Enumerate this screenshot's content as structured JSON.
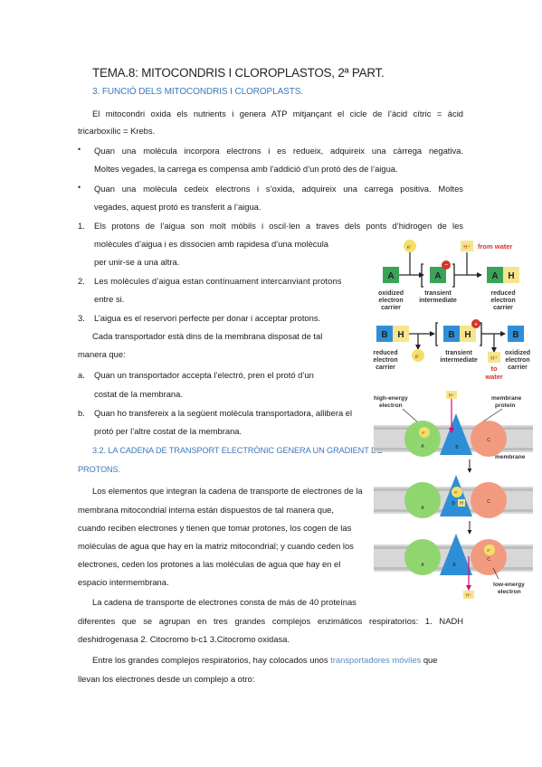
{
  "title": "TEMA.8: MITOCONDRIS I CLOROPLASTOS, 2ª PART.",
  "section3": "3. FUNCIÓ DELS MITOCONDRIS I CLOROPLASTS.",
  "intro": {
    "l1": "El mitocondri oxida els nutrients i genera ATP mitjançant el cicle de l’àcid cítric = àcid",
    "l2": "tricarboxílic = Krebs."
  },
  "bullets": [
    {
      "l1": "Quan una molècula incorpora electrons i es redueix, adquireix una càrrega negativa.",
      "l2": "Moltes vegades, la carrega es compensa amb l’addició d’un protó des de l’aigua."
    },
    {
      "l1": "Quan una molècula cedeix electrons i s’oxida, adquireix una carrega positiva. Moltes",
      "l2": "vegades, aquest protó es transferit a l’aigua."
    }
  ],
  "numbered": [
    {
      "n": "1.",
      "l1": "Els protons de l’aigua son molt mòbils i oscil·len a traves dels ponts d’hidrogen de les",
      "l2": "molècules d’aigua i es dissocien amb rapidesa d’una molècula",
      "l3": "per unir-se a una altra."
    },
    {
      "n": "2.",
      "l1": "Les molècules d’aigua estan contínuament intercanviant protons",
      "l2": "entre si."
    },
    {
      "n": "3.",
      "l1": "L’aigua es el reservori perfecte per donar i acceptar protons."
    }
  ],
  "carrier": {
    "l1": "Cada transportador està dins de la membrana disposat de tal",
    "l2": "manera que:"
  },
  "lettered": [
    {
      "n": "a.",
      "l1": "Quan un transportador accepta l’electró, pren el protó d’un",
      "l2": "costat de la membrana."
    },
    {
      "n": "b.",
      "l1": "Quan ho transfereix a la següent molècula transportadora, allibera el",
      "l2": "protó per l’altre costat de la membrana."
    }
  ],
  "section32": {
    "l1": "3.2. LA CADENA DE TRANSPORT ELECTRÒNIC GENERA UN GRADIENT DE",
    "l2": "PROTONS."
  },
  "spanish1": [
    "Los elementos que integran la cadena de transporte de electrones de la",
    "membrana mitocondrial interna están dispuestos de tal manera que,",
    "cuando reciben electrones y tienen que tomar protones, los cogen de las",
    "moléculas de agua que hay en la matriz mitocondrial; y cuando ceden los",
    "electrones, ceden los protones a las moléculas de agua que hay en el",
    "espacio intermembrana."
  ],
  "spanish2": [
    "La cadena de transporte de electrones consta de más de 40 proteínas",
    "diferentes que se agrupan en tres grandes complejos enzimáticos respiratorios: 1. NADH",
    "deshidrogenasa 2. Citocromo b-c1 3.Citocromo oxidasa."
  ],
  "spanish3": {
    "l1_pre": "Entre los grandes complejos respiratorios, hay colocados unos ",
    "l1_hl": "transportadores móviles",
    "l1_post": " que",
    "l2": "llevan los electrones desde un complejo a otro:"
  },
  "figure1": {
    "from_water": "from water",
    "to_water_1": "to",
    "to_water_2": "water",
    "box_a": "A",
    "box_b": "B",
    "box_h": "H",
    "e_label": "e⁻",
    "h_label": "H⁺",
    "oxidized_l1": "oxidized",
    "oxidized_l2": "electron",
    "oxidized_l3": "carrier",
    "transient_l1": "transient",
    "transient_l2": "intermediate",
    "reduced_l1": "reduced",
    "reduced_l2": "electron",
    "reduced_l3": "carrier"
  },
  "figure2": {
    "high_energy_l1": "high-energy",
    "high_energy_l2": "electron",
    "membrane_protein_l1": "membrane",
    "membrane_protein_l2": "protein",
    "membrane": "membrane",
    "low_energy_l1": "low-energy",
    "low_energy_l2": "electron",
    "a": "A",
    "b": "B",
    "c": "C",
    "h": "H",
    "e_label": "e⁻",
    "h_label": "H⁺"
  },
  "colors": {
    "heading_blue": "#3d78b8",
    "box_green": "#3aa357",
    "box_blue": "#2f8fd6",
    "proton_yellow": "#f6e58d",
    "electron_yellow": "#f3e06a",
    "arrow_magenta": "#e2007a",
    "label_red": "#d6352b",
    "circle_green": "#8fd66f",
    "circle_salmon": "#f29a80",
    "triangle_blue": "#2f8fd6"
  }
}
